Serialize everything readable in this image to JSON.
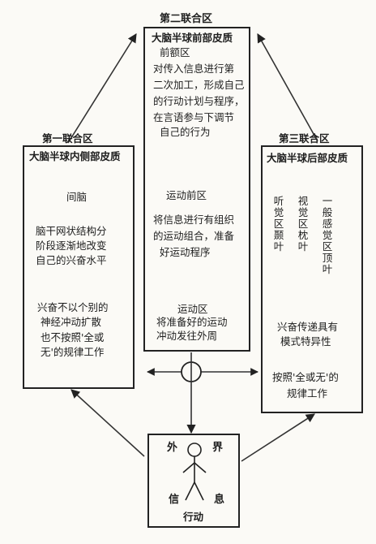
{
  "zones": {
    "second": {
      "heading": "第二联合区",
      "lines": [
        "大脑半球前部皮质",
        "前额区",
        "对传入信息进行第",
        "二次加工，形成自己",
        "的行动计划与程序，",
        "在言语参与下调节",
        "自己的行为"
      ],
      "premotor": {
        "title": "运动前区",
        "lines": [
          "将信息进行有组织",
          "的运动组合，准备",
          "好运动程序"
        ]
      },
      "motor": {
        "title": "运动区",
        "lines": [
          "将准备好的运动",
          "冲动发往外周"
        ]
      }
    },
    "first": {
      "heading": "第一联合区",
      "title": "大脑半球内侧部皮质",
      "brainstem": "间脑",
      "lines1": [
        "脑干网状结构分",
        "阶段逐渐地改变",
        "自己的兴奋水平"
      ],
      "lines2": [
        "兴奋不以个别的",
        "神经冲动扩散",
        "也不按照'全或",
        "无'的规律工作"
      ]
    },
    "third": {
      "heading": "第三联合区",
      "title": "大脑半球后部皮质",
      "lobes": [
        {
          "label": "听觉区颞叶"
        },
        {
          "label": "视觉区枕叶"
        },
        {
          "label": "一般感觉区顶叶"
        }
      ],
      "mode_lines": [
        "兴奋传递具有",
        "模式特异性"
      ],
      "law_lines": [
        "按照'全或无'的",
        "规律工作"
      ]
    },
    "bottom": {
      "outer_left": "外",
      "outer_right": "界",
      "info_left": "信",
      "info_right": "息",
      "action": "行动"
    }
  }
}
